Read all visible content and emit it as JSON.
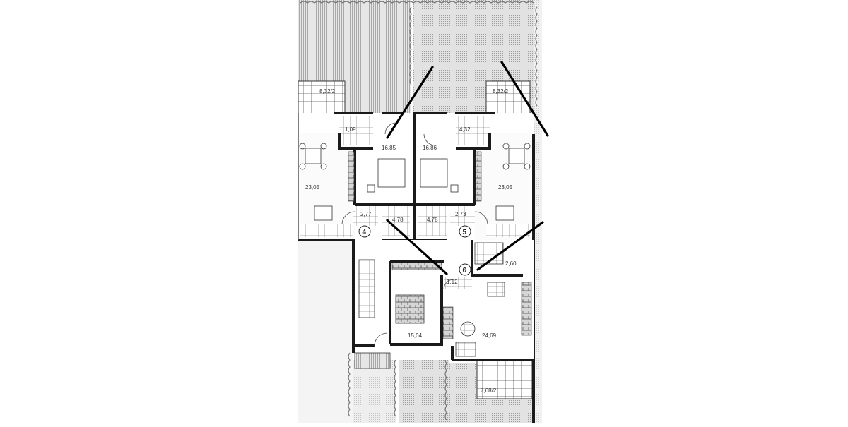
{
  "plan": {
    "colors": {
      "wall": "#1a1a1a",
      "thin": "#555555",
      "hatch": "#9a9a9a",
      "grass": "#c9c9c9",
      "paper": "#ffffff",
      "annotation": "#000000"
    },
    "terraces": [
      {
        "label": "8,32/2"
      },
      {
        "label": "8,32/2"
      },
      {
        "label": "7,68/2"
      }
    ],
    "rooms": [
      {
        "label": "23,05"
      },
      {
        "label": "16,85"
      },
      {
        "label": "16,86"
      },
      {
        "label": "23,05"
      },
      {
        "label": "24,69"
      },
      {
        "label": "15,04"
      }
    ],
    "small_areas": [
      {
        "label": "1,09"
      },
      {
        "label": "4,32"
      },
      {
        "label": "2,77"
      },
      {
        "label": "2,73"
      },
      {
        "label": "4,78"
      },
      {
        "label": "4,78"
      },
      {
        "label": "2,60"
      },
      {
        "label": "1,12"
      }
    ],
    "unit_markers": [
      {
        "label": "4"
      },
      {
        "label": "5"
      },
      {
        "label": "6"
      }
    ]
  }
}
